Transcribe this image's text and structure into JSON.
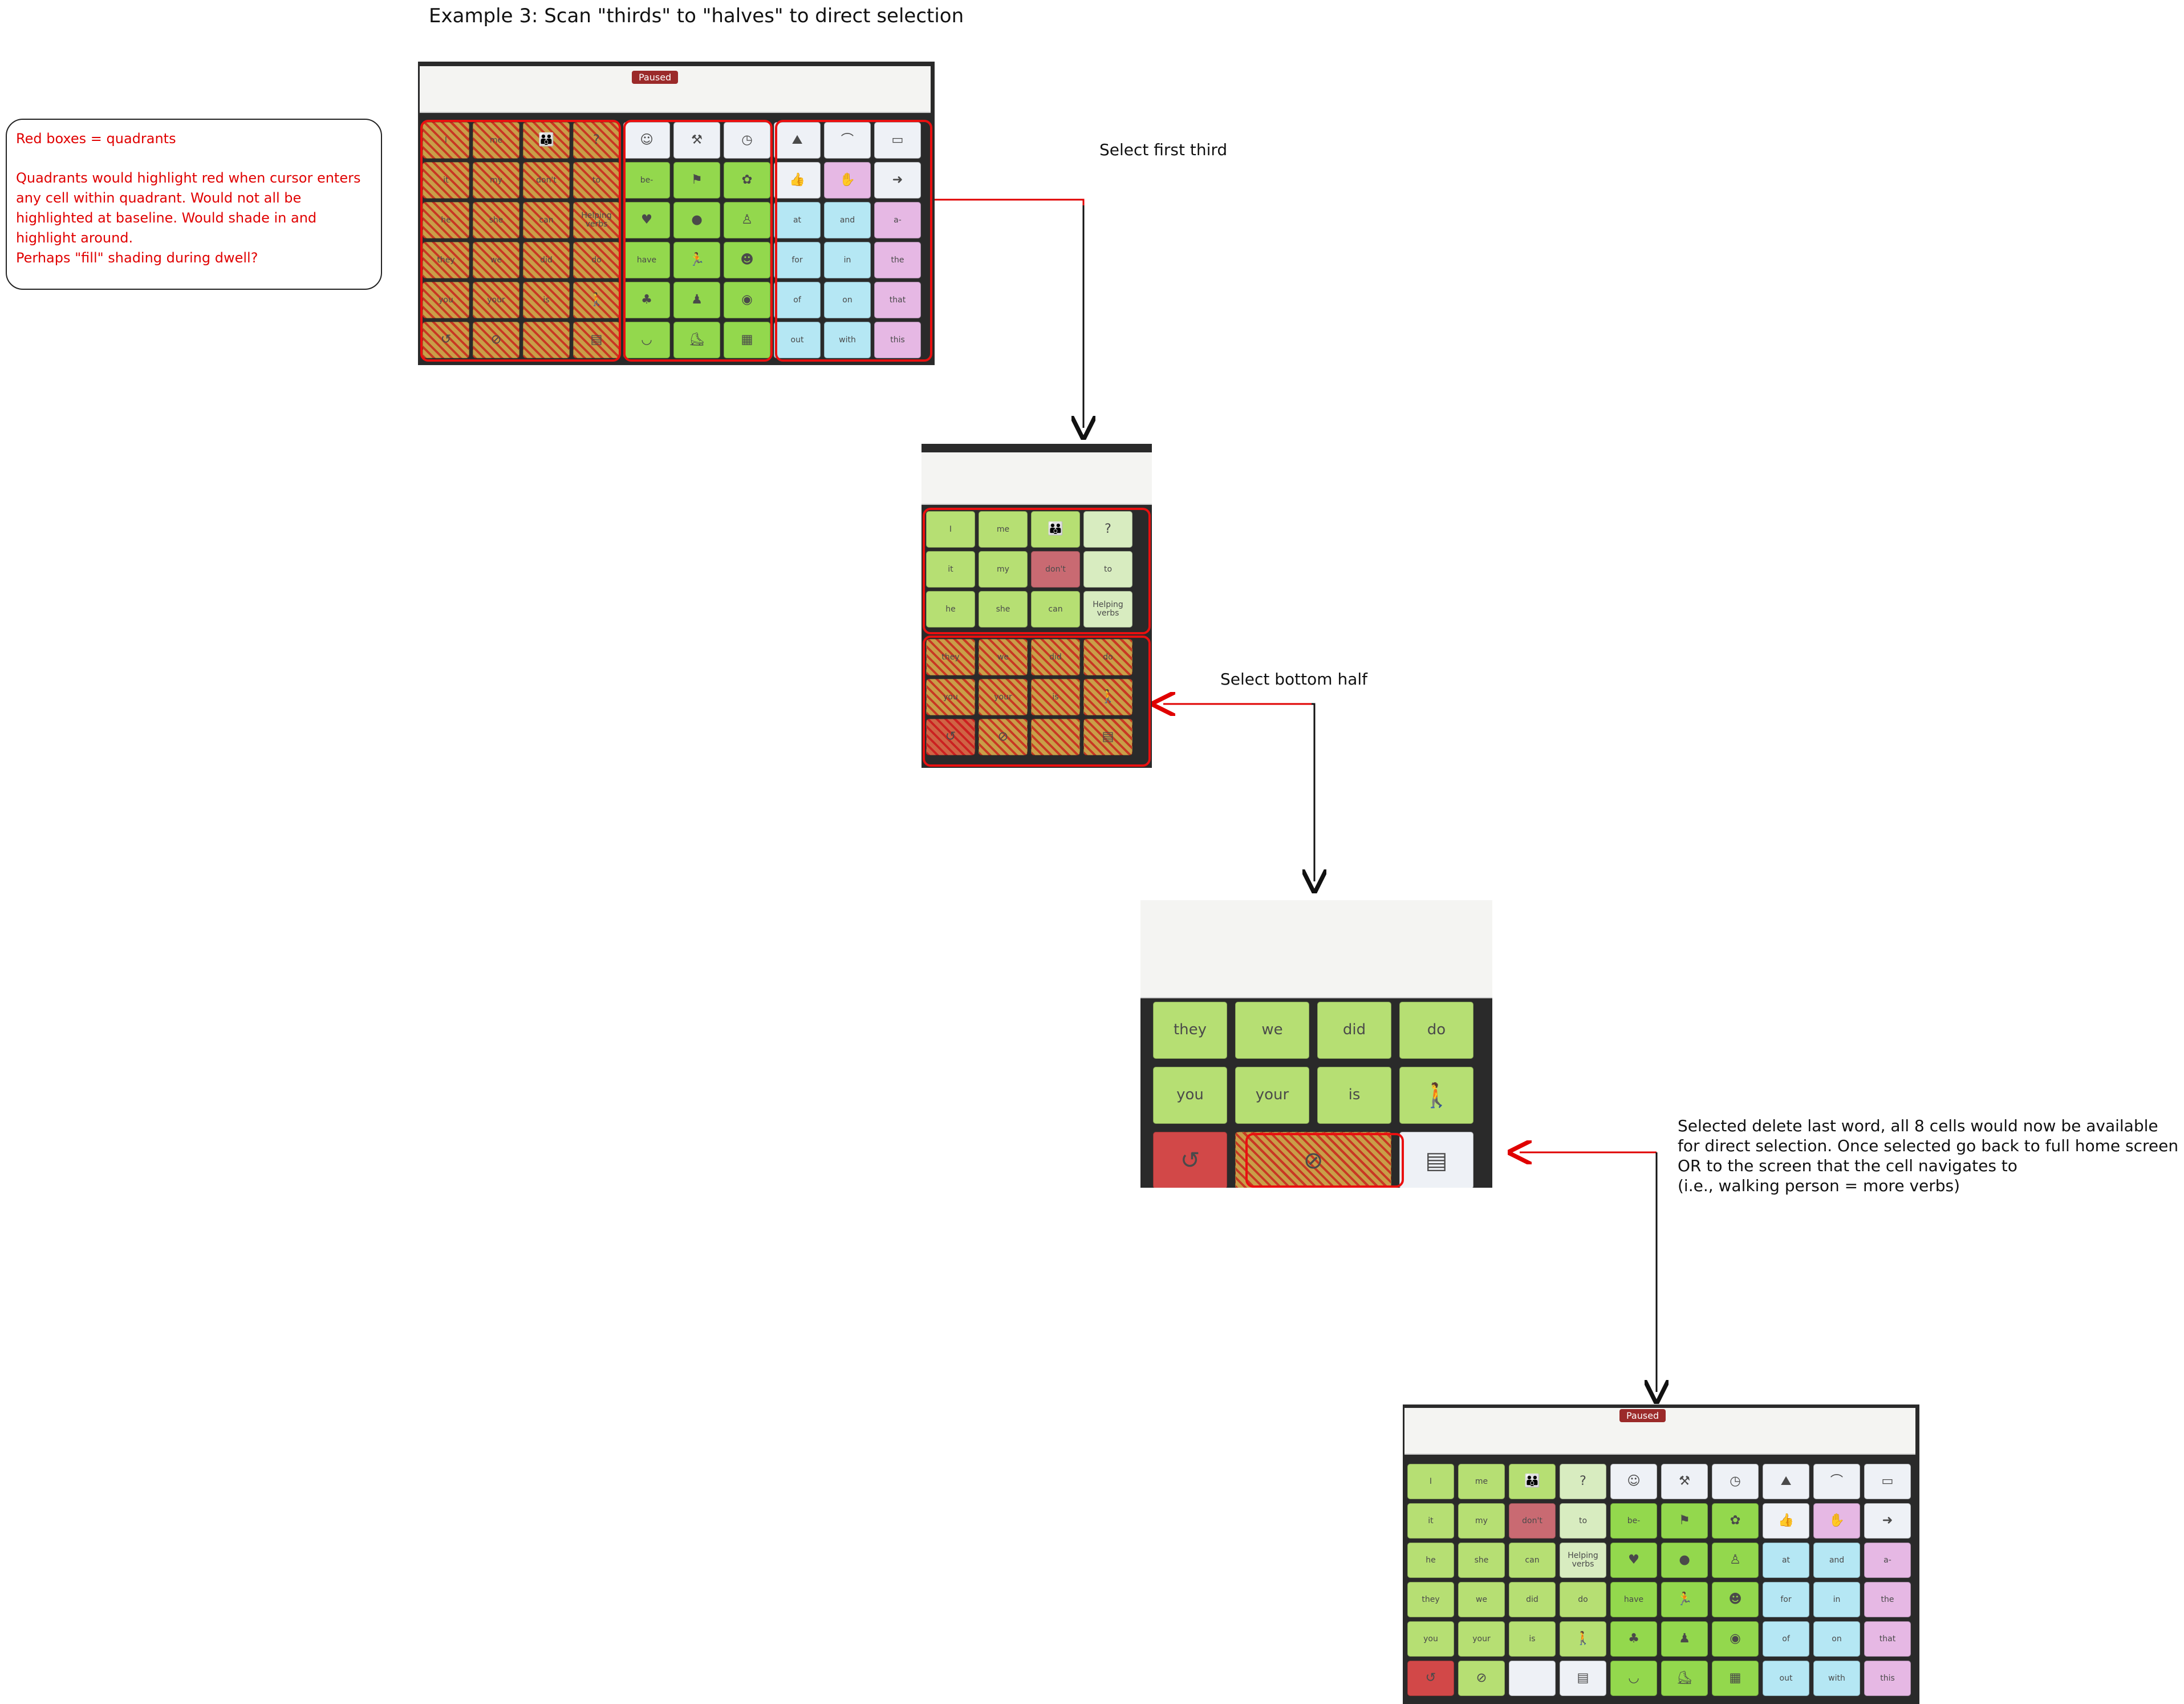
{
  "title": "Example 3: Scan \"thirds\" to \"halves\" to direct selection",
  "note": {
    "line1": "Red boxes = quadrants",
    "line2": "Quadrants would highlight red when cursor enters any cell within quadrant. Would not all be highlighted at baseline. Would shade in and highlight around.\nPerhaps \"fill\" shading during dwell?"
  },
  "step_labels": {
    "first_third": "Select first third",
    "bottom_half": "Select bottom half",
    "final": "Selected delete last word, all 8 cells would now be available for direct selection. Once selected go back to full home screen OR to the screen that the cell navigates to\n(i.e., walking person = more verbs)"
  },
  "device": {
    "paused": "Paused"
  },
  "colors": {
    "annotation": "#e00000",
    "highlight": "#ea1010",
    "arrow": "#111111"
  },
  "grid": [
    [
      "I",
      "me",
      "people-icon",
      "question-icon",
      "face-icon",
      "hammer-icon",
      "clock-icon",
      "landscape-icon",
      "rainbow-icon",
      "display-icon"
    ],
    [
      "it",
      "my",
      "don't",
      "to",
      "be-",
      "run-icon",
      "cat-icon",
      "thumb-icon",
      "hands-icon",
      "arrow-right-icon"
    ],
    [
      "he",
      "she",
      "can",
      "Helping verbs",
      "heart-icon",
      "bird-icon",
      "stand-icon",
      "at",
      "and",
      "a-"
    ],
    [
      "they",
      "we",
      "did",
      "do",
      "have",
      "run2-icon",
      "face2-icon",
      "for",
      "in",
      "the"
    ],
    [
      "you",
      "your",
      "is",
      "walk-icon",
      "tree-icon",
      "person-icon",
      "pig-icon",
      "of",
      "on",
      "that"
    ],
    [
      "undo-icon",
      "no-icon",
      "",
      "clear-icon",
      "bowl-icon",
      "skate-icon",
      "desk-icon",
      "out",
      "with",
      "this"
    ]
  ],
  "zoom_cells": {
    "clear": "CLEAR DISPLAY"
  }
}
